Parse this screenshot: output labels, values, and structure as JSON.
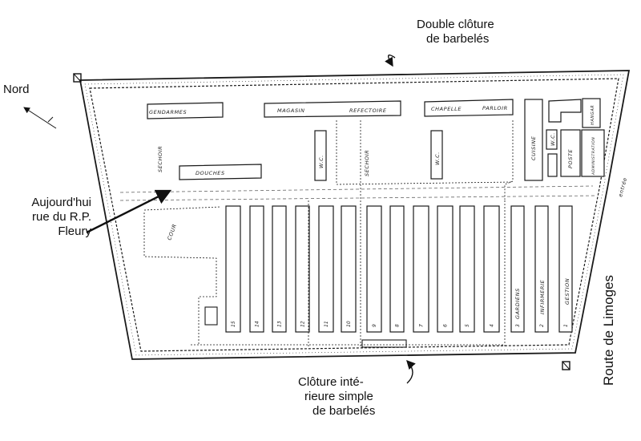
{
  "annotations": {
    "north": "Nord",
    "outer_fence": [
      "Double clôture",
      "de barbelés"
    ],
    "street": [
      "Aujourd'hui",
      "rue du R.P.",
      "Fleury"
    ],
    "inner_fence": [
      "Clôture inté-",
      "rieure simple",
      "de barbelés"
    ],
    "road": "Route de Limoges"
  },
  "buildings": {
    "gendarmes": "GENDARMES",
    "magasin": "MAGASIN",
    "refectoire": "REFECTOIRE",
    "chapelle": "CHAPELLE",
    "parloir": "PARLOIR",
    "douches": "DOUCHES",
    "sechoir_left": "SECHOIR",
    "sechoir_mid": "SECHOIR",
    "wc_1": "W.C.",
    "wc_2": "W.C.",
    "wc_3": "W.C.",
    "cuisine": "CUISINE",
    "poste": "POSTE",
    "administration": "ADMINISTRATION",
    "hangar": "HANGAR",
    "cour": "COUR",
    "entree": "entrée",
    "gardiens": "GARDIENS",
    "infirmerie": "INFIRMERIE",
    "gestion": "GESTION"
  },
  "barracks_numbers": [
    "15",
    "14",
    "13",
    "12",
    "11",
    "10",
    "9",
    "8",
    "7",
    "6",
    "5",
    "4",
    "3",
    "2",
    "1"
  ],
  "colors": {
    "ink": "#1a1a1a",
    "paper": "#ffffff"
  }
}
